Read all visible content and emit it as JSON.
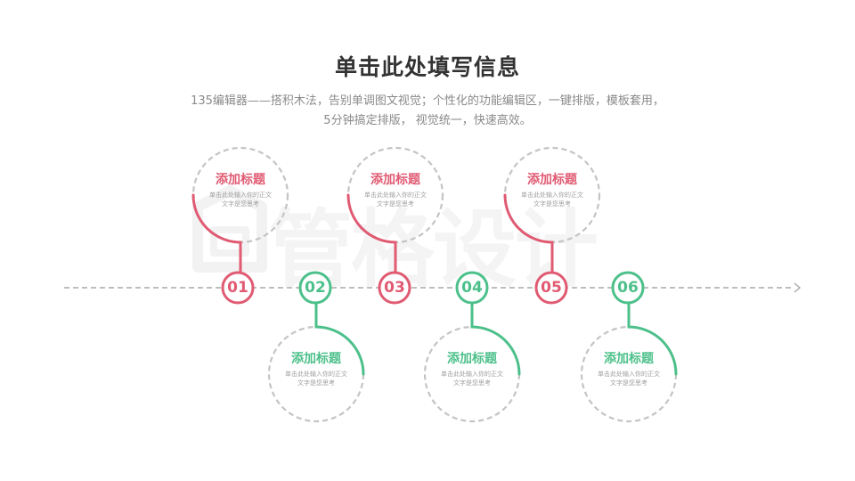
{
  "title": "单击此处填写信息",
  "subtitle_line1": "135编辑器——搭积木法，告别单调图文视觉；个性化的功能编辑区，一键排版，模板套用，",
  "subtitle_line2": "5分钟搞定排版， 视觉统一，快速高效。",
  "watermark": "管格设计",
  "colors": {
    "red": "#e05a72",
    "green": "#4cc08a",
    "dash": "#c4c4c4",
    "axis": "#a8a8a8"
  },
  "steps": [
    {
      "number": "01",
      "title": "添加标题",
      "text": "单击此处输入你的正文文字是您思考",
      "color": "red",
      "position": "top"
    },
    {
      "number": "02",
      "title": "添加标题",
      "text": "单击此处输入你的正文文字是您思考",
      "color": "green",
      "position": "bottom"
    },
    {
      "number": "03",
      "title": "添加标题",
      "text": "单击此处输入你的正文文字是您思考",
      "color": "red",
      "position": "top"
    },
    {
      "number": "04",
      "title": "添加标题",
      "text": "单击此处输入你的正文文字是您思考",
      "color": "green",
      "position": "bottom"
    },
    {
      "number": "05",
      "title": "添加标题",
      "text": "单击此处输入你的正文文字是您思考",
      "color": "red",
      "position": "top"
    },
    {
      "number": "06",
      "title": "添加标题",
      "text": "单击此处输入你的正文文字是您思考",
      "color": "green",
      "position": "bottom"
    }
  ]
}
